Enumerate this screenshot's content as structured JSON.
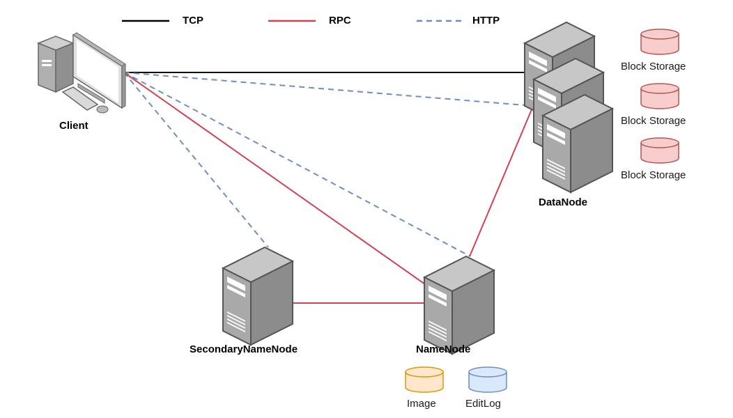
{
  "legend": [
    {
      "label": "TCP",
      "style": "solid",
      "color": "#000000"
    },
    {
      "label": "RPC",
      "style": "solid",
      "color": "#d0424f"
    },
    {
      "label": "HTTP",
      "style": "dashed",
      "color": "#6c8ebf"
    }
  ],
  "nodes": {
    "client": {
      "label": "Client"
    },
    "datanode": {
      "label": "DataNode"
    },
    "namenode": {
      "label": "NameNode"
    },
    "secondary": {
      "label": "SecondaryNameNode"
    }
  },
  "storage": {
    "block": [
      "Block Storage",
      "Block Storage",
      "Block Storage"
    ],
    "image": "Image",
    "editlog": "EditLog"
  },
  "colors": {
    "block_fill": "#f8cecc",
    "block_stroke": "#b85450",
    "image_fill": "#ffe6cc",
    "image_stroke": "#d79b00",
    "editlog_fill": "#dae8fc",
    "editlog_stroke": "#6c8ebf"
  }
}
